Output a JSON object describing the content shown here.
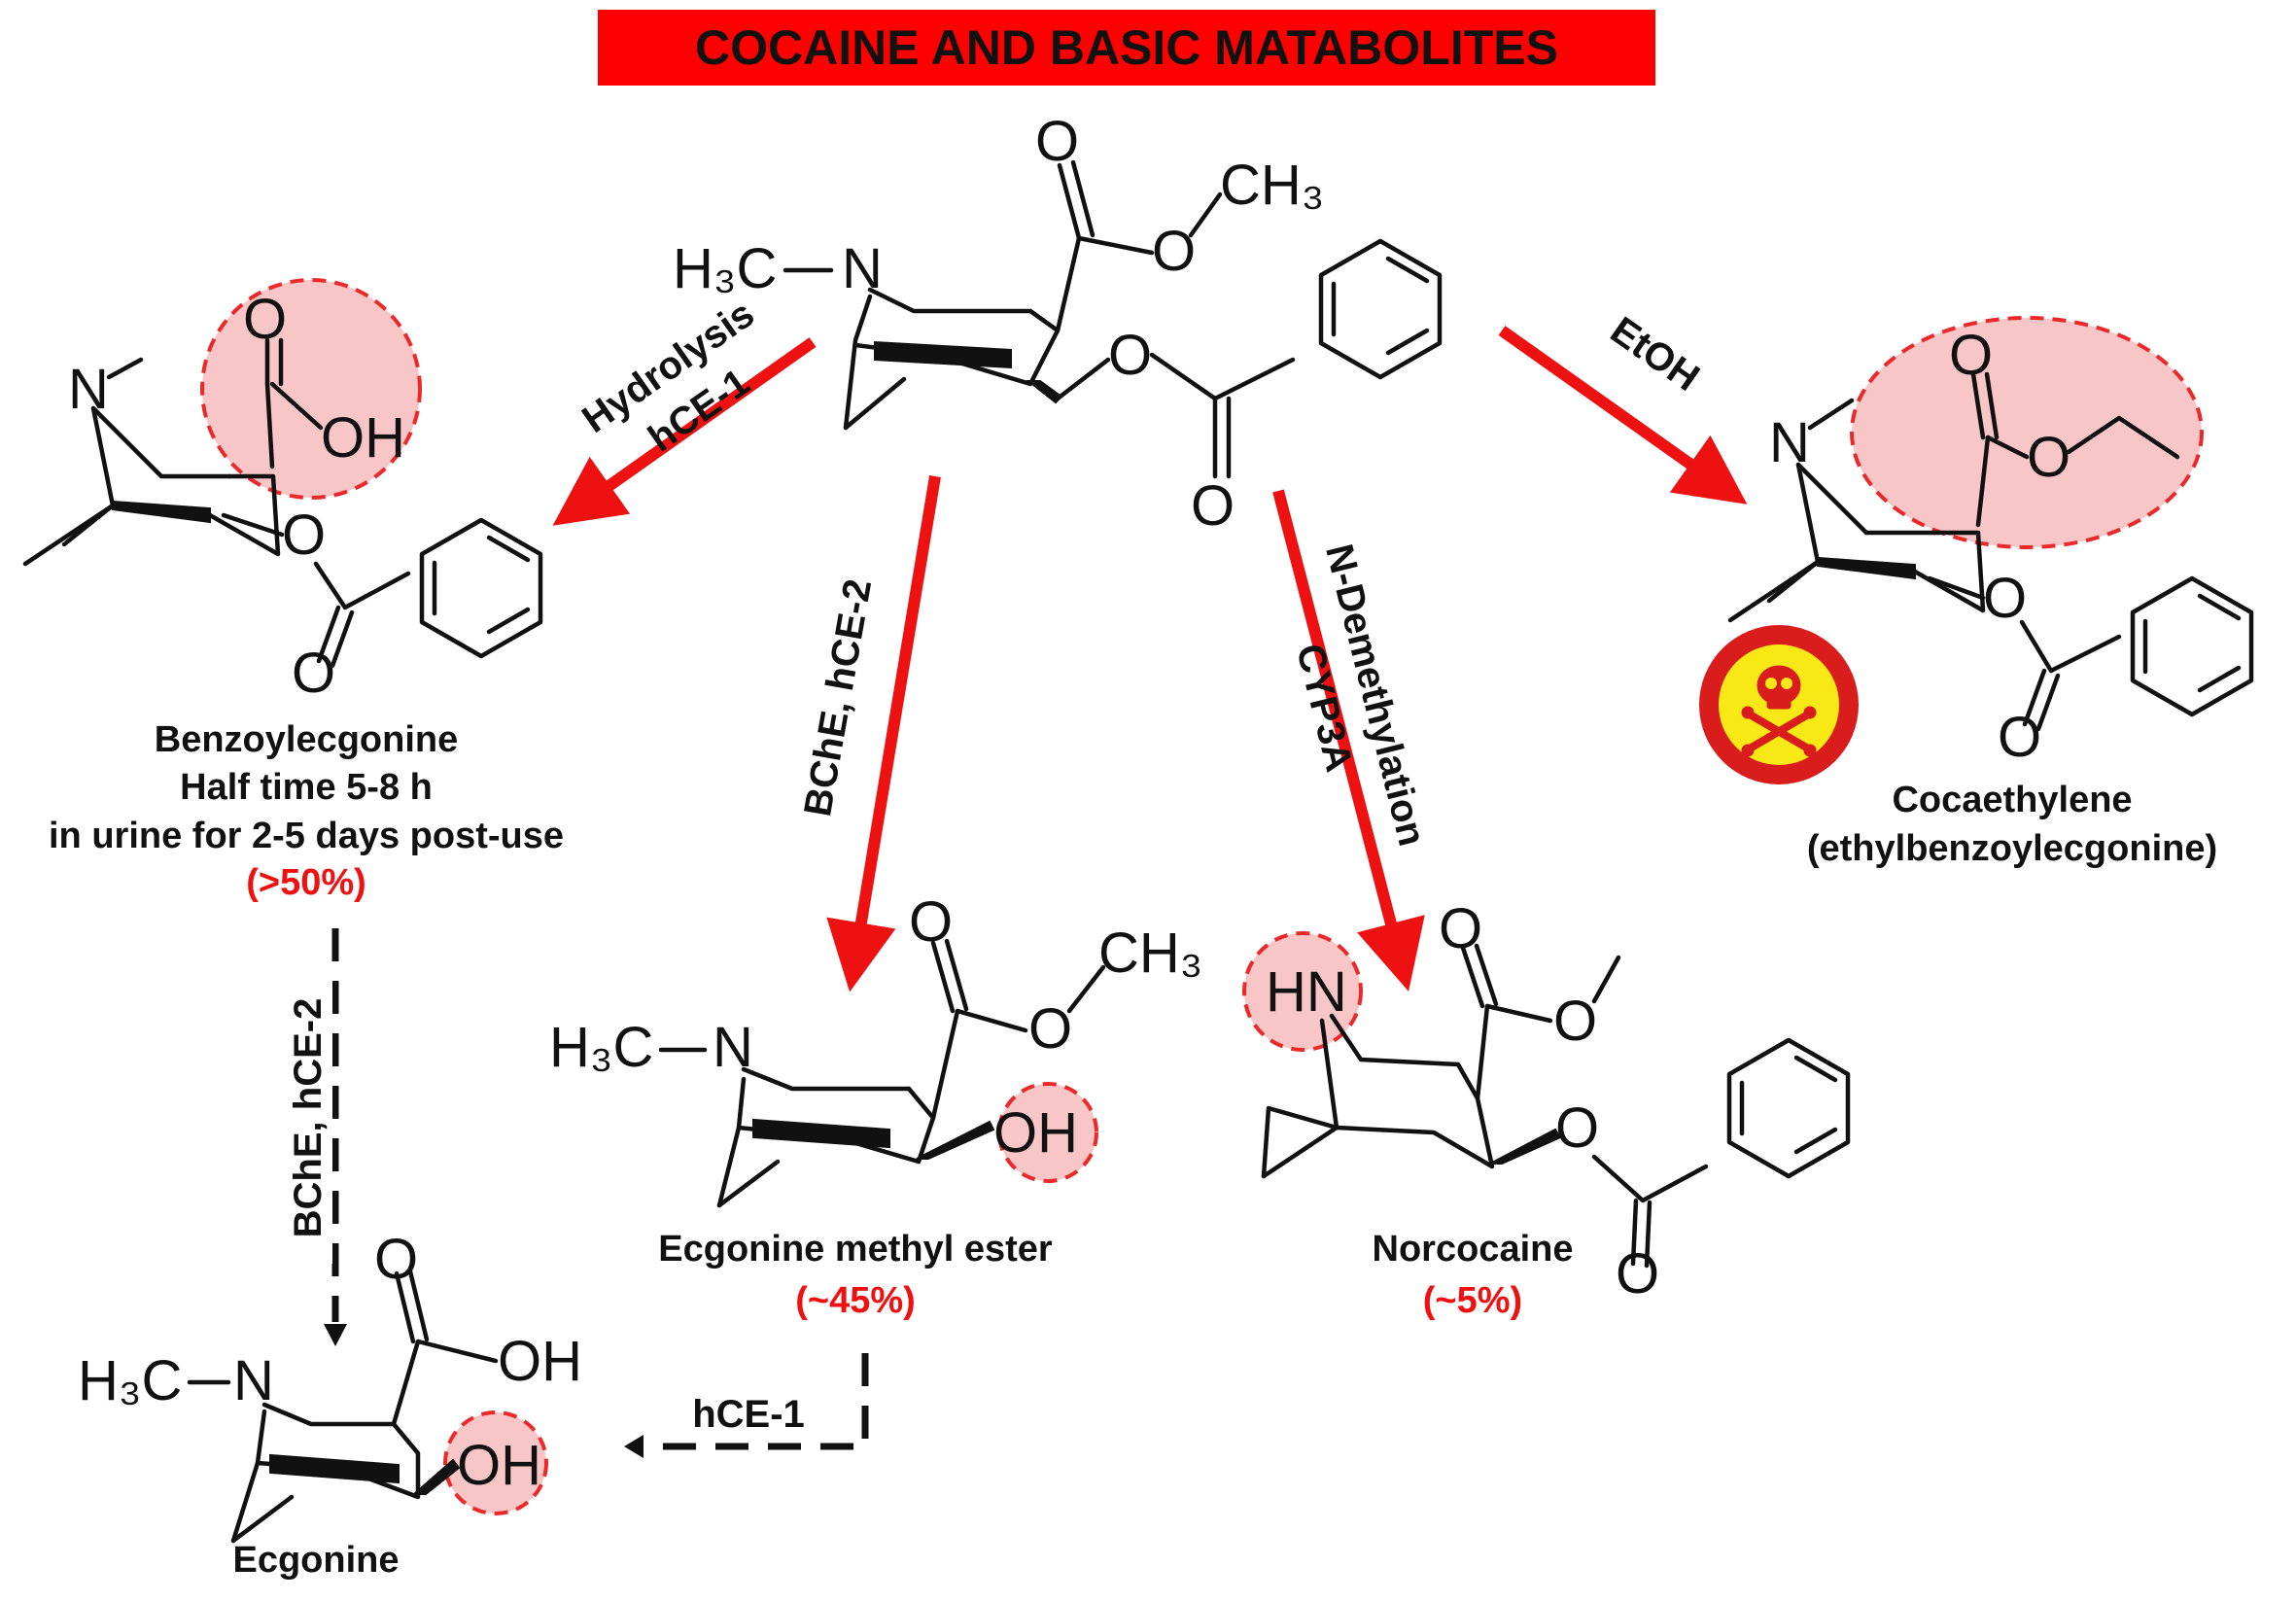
{
  "title": "COCAINE AND BASIC MATABOLITES",
  "colors": {
    "banner": "#ff0000",
    "arrow": "#ee1111",
    "highlight": "#f8c6c6",
    "percent": "#ee1111"
  },
  "atoms": {
    "h3c": "H₃C",
    "ch3": "CH₃",
    "n": "N",
    "o": "O",
    "oh": "OH",
    "hn": "HN"
  },
  "compounds": {
    "benzoylecgonine": {
      "name": "Benzoylecgonine",
      "line2": "Half time 5-8 h",
      "line3": "in urine for 2-5 days post-use",
      "percent": "(>50%)"
    },
    "ecgonine_methyl_ester": {
      "name": "Ecgonine methyl ester",
      "percent": "(~45%)"
    },
    "norcocaine": {
      "name": "Norcocaine",
      "percent": "(~5%)"
    },
    "cocaethylene": {
      "name": "Cocaethylene",
      "line2": "(ethylbenzoylecgonine)"
    },
    "ecgonine": {
      "name": "Ecgonine"
    }
  },
  "arrows": {
    "hydrolysis": {
      "line1": "Hydrolysis",
      "line2": "hCE-1"
    },
    "bche_hce2": "BChE, hCE-2",
    "demethylation": {
      "line1": "N-Demethylation",
      "line2": "CYP3A"
    },
    "etoh": "EtOH",
    "bche_hce2_dashed": "BChE, hCE-2",
    "hce1_dashed": "hCE-1"
  },
  "icons": {
    "toxic": "skull-crossbones-icon"
  }
}
